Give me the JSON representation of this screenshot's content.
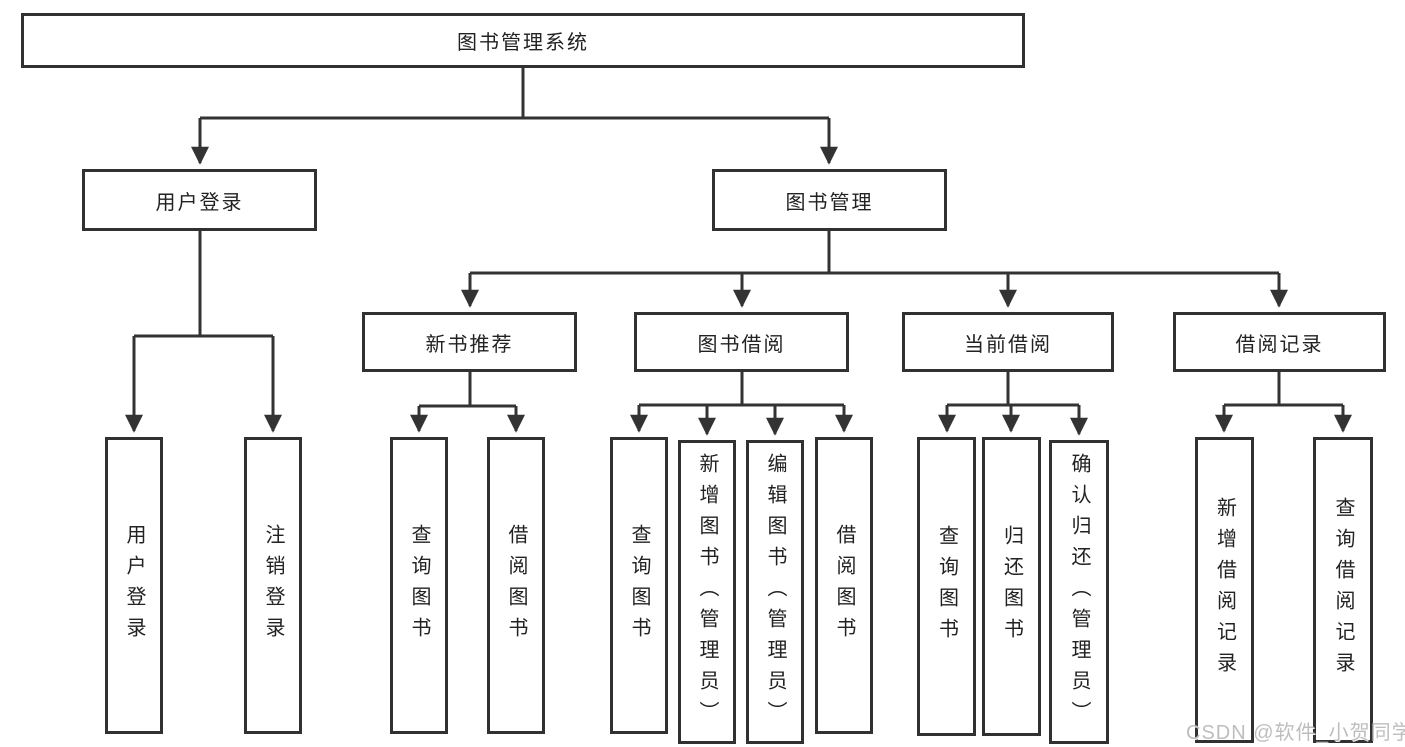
{
  "title": "图书管理系统",
  "branches": [
    {
      "label": "用户登录",
      "leaves": [
        "用户登录",
        "注销登录"
      ]
    },
    {
      "label": "图书管理",
      "children": [
        {
          "label": "新书推荐",
          "leaves": [
            "查询图书",
            "借阅图书"
          ]
        },
        {
          "label": "图书借阅",
          "leaves": [
            "查询图书",
            "新增图书（管理员）",
            "编辑图书（管理员）",
            "借阅图书"
          ]
        },
        {
          "label": "当前借阅",
          "leaves": [
            "查询图书",
            "归还图书",
            "确认归还（管理员）"
          ]
        },
        {
          "label": "借阅记录",
          "leaves": [
            "新增借阅记录",
            "查询借阅记录"
          ]
        }
      ]
    }
  ],
  "watermark": "CSDN @软件_小贺同学",
  "colors": {
    "line": "#333333",
    "border": "#313131",
    "text": "#222222",
    "background": "#ffffff",
    "watermark": "#bbbbbb"
  }
}
